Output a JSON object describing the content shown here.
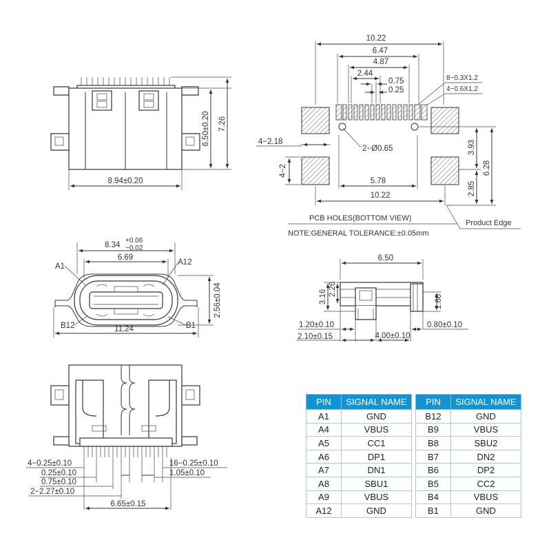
{
  "views": {
    "top": {
      "width_dim": "8.94±0.20",
      "height_inner_dim": "6.50±0.20",
      "height_outer_dim": "7.26"
    },
    "pcb": {
      "top_dims": [
        "10.22",
        "6.47",
        "4.87",
        "2.44",
        "0.75",
        "0.25"
      ],
      "pad_note_a": "8−0.3X1.2",
      "pad_note_b": "4−0.6X1.2",
      "hole_note": "2−Ø0.65",
      "side_left": "4−2.18",
      "side_left_vertical": "4−2",
      "bottom_inner": "5.78",
      "bottom_outer": "10.22",
      "right_a": "3.93",
      "right_b": "6.28",
      "right_c": "2.85",
      "caption": "PCB HOLES(BOTTOM VIEW)",
      "note": "NOTE:GENERAL TOLERANCE:±0.05mm",
      "product_edge": "Product Edge"
    },
    "front": {
      "width_dim": "8.34",
      "width_tol_plus": "+0.06",
      "width_tol_minus": "−0.02",
      "inner_dim": "6.69",
      "height_dim": "2.56±0.04",
      "total_dim": "11.24",
      "label_a1": "A1",
      "label_a12": "A12",
      "label_b12": "B12",
      "label_b1": "B1"
    },
    "side": {
      "width_dim": "6.50",
      "h1": "3.16",
      "h2": "2.26",
      "h3": "1.60",
      "d1": "1.20±0.10",
      "d2": "2.10±0.15",
      "d3": "4.00±0.10",
      "d4": "0.80±0.10"
    },
    "bottom": {
      "d1": "4−0.25±0.10",
      "d2": "0.25±0.10",
      "d3": "0.75±0.10",
      "d4": "2−2.27±0.10",
      "d5": "16−0.25±0.10",
      "d6": "1.05±0.10",
      "d7": "6.65±0.15"
    }
  },
  "pin_table": {
    "headers": [
      "PIN",
      "SIGNAL NAME",
      "PIN",
      "SIGNAL NAME"
    ],
    "rows": [
      [
        "A1",
        "GND",
        "B12",
        "GND"
      ],
      [
        "A4",
        "VBUS",
        "B9",
        "VBUS"
      ],
      [
        "A5",
        "CC1",
        "B8",
        "SBU2"
      ],
      [
        "A6",
        "DP1",
        "B7",
        "DN2"
      ],
      [
        "A7",
        "DN1",
        "B6",
        "DP2"
      ],
      [
        "A8",
        "SBU1",
        "B5",
        "CC2"
      ],
      [
        "A9",
        "VBUS",
        "B4",
        "VBUS"
      ],
      [
        "A12",
        "GND",
        "B1",
        "GND"
      ]
    ]
  },
  "colors": {
    "table_header": "#1493d2",
    "table_border": "#a9c9e2",
    "line": "#333333"
  }
}
